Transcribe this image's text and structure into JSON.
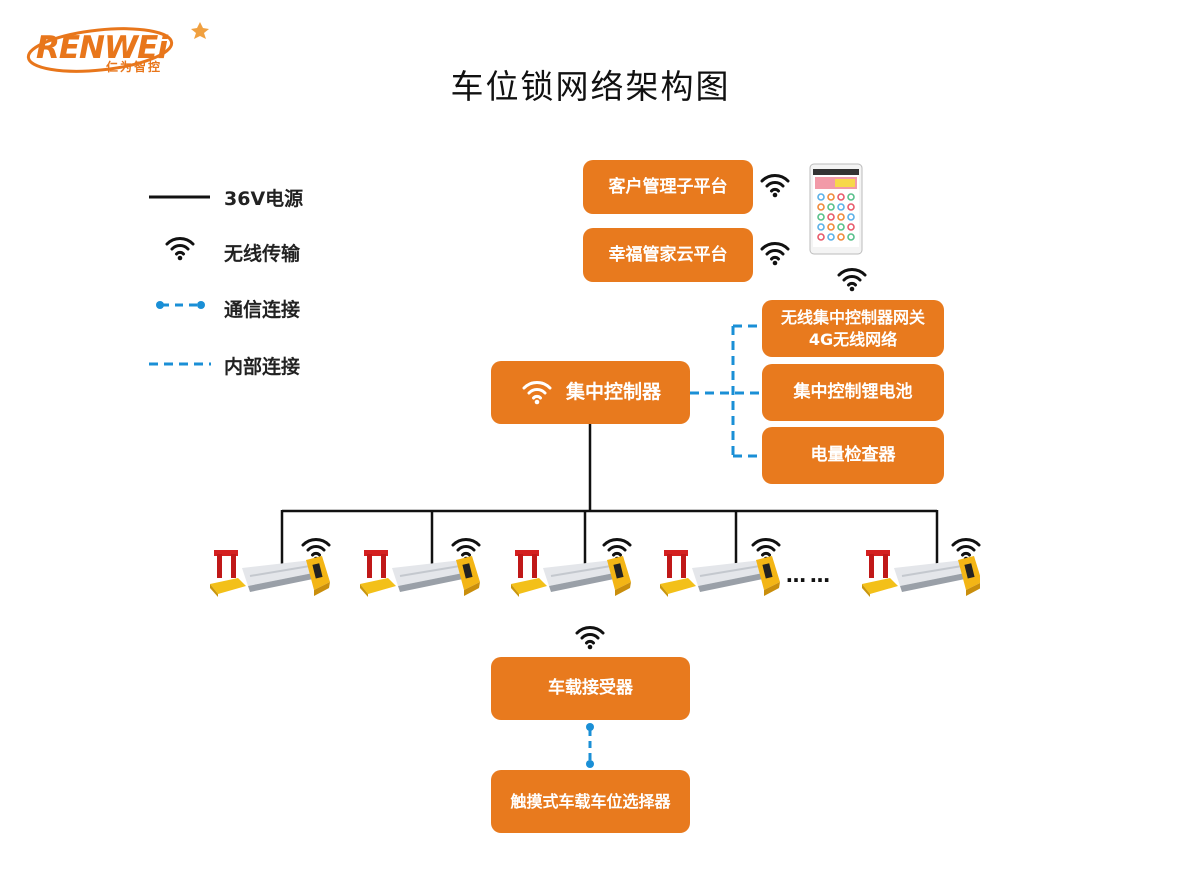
{
  "logo": {
    "brand": "RENWEi",
    "subtitle": "仁为智控"
  },
  "title": "车位锁网络架构图",
  "legend": [
    {
      "icon": "solid-line",
      "label": "36V电源"
    },
    {
      "icon": "wifi-icon",
      "label": "无线传输"
    },
    {
      "icon": "dot-dash-line",
      "label": "通信连接"
    },
    {
      "icon": "dashed-line",
      "label": "内部连接"
    }
  ],
  "platforms": {
    "client": "客户管理子平台",
    "cloud": "幸福管家云平台"
  },
  "gateway": {
    "line1": "无线集中控制器网关",
    "line2": "4G无线网络"
  },
  "battery": "集中控制锂电池",
  "meter": "电量检查器",
  "controller": "集中控制器",
  "ellipsis": "……",
  "receiver": "车载接受器",
  "selector": "触摸式车载车位选择器",
  "colors": {
    "accent": "#e87a1e",
    "link": "#1a8fd6",
    "line": "#111111"
  }
}
